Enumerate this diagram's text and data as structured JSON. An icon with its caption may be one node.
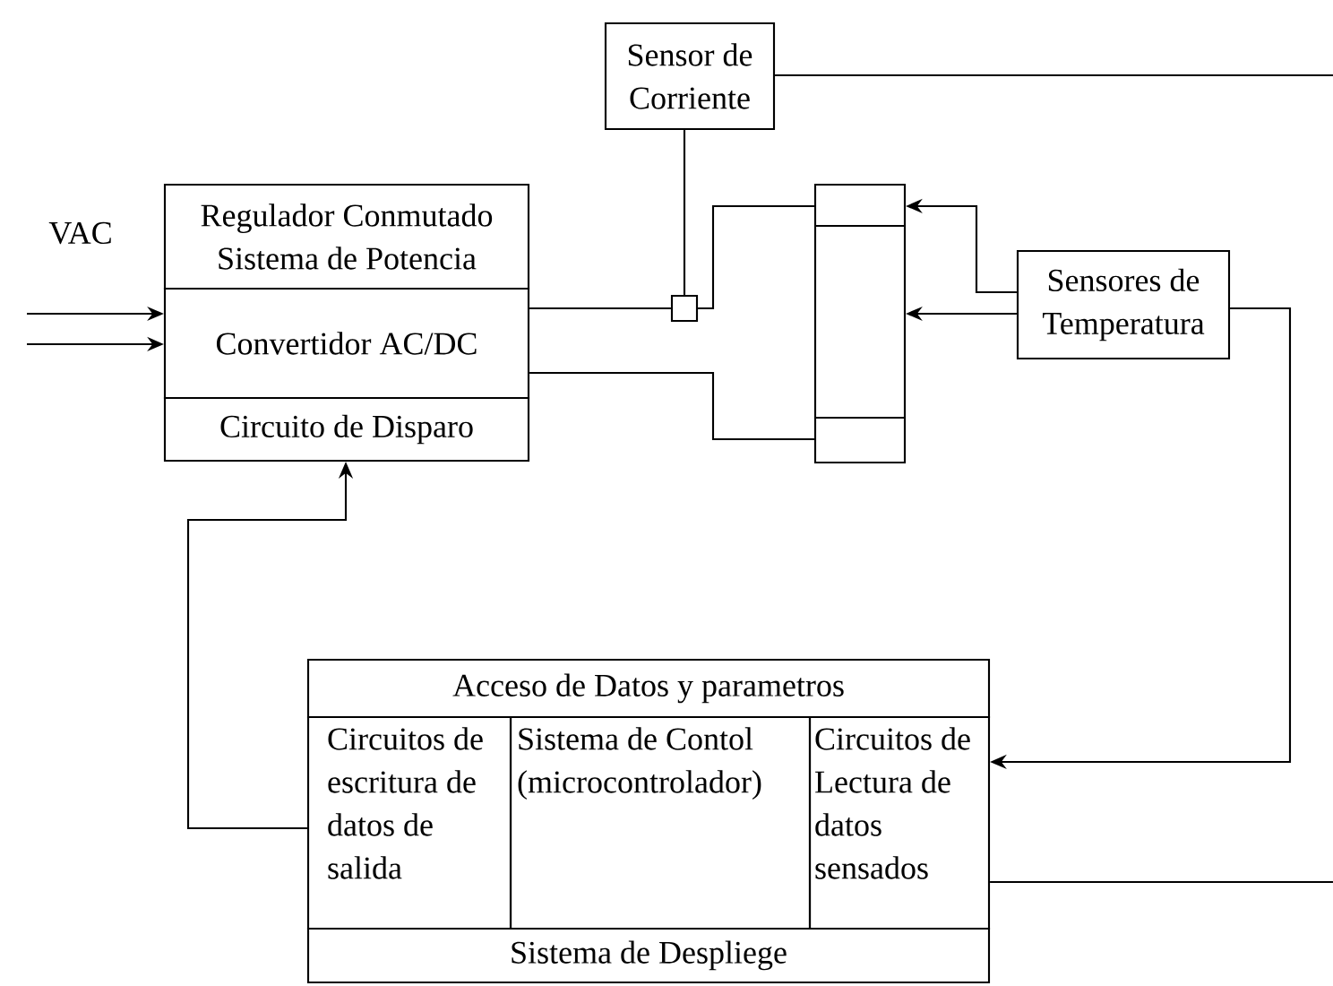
{
  "diagram": {
    "nodes": [
      {
        "text": [
          "Regulador Conmutado Sistema de Potencia"
        ]
      },
      {
        "text": [
          "Convertidor AC/DC"
        ]
      },
      {
        "text": [
          "Circuito de Disparo"
        ]
      },
      {
        "text": [
          "Sensor de Corriente"
        ]
      },
      {
        "text": [],
        "shape": "box"
      },
      {
        "text": [],
        "shape": "box"
      },
      {
        "text": [
          "Sensores de Temperatura"
        ]
      },
      {
        "text": [
          "Acceso de Datos y parametros"
        ]
      },
      {
        "text": [
          "Circuitos de escritura de datos de salida"
        ]
      },
      {
        "text": [
          "Sistema de Contol (microcontrolador)"
        ]
      },
      {
        "text": [
          "Circuitos de Lectura de datos sensados"
        ]
      },
      {
        "text": [
          "Sistema de Despliege"
        ]
      }
    ],
    "edges": [
      {
        "from": null,
        "to": 1,
        "arrow": "to"
      },
      {
        "from": null,
        "to": 1,
        "arrow": "to"
      },
      {
        "from": 1,
        "to": 4,
        "arrow": "none"
      },
      {
        "from": 4,
        "to": 5,
        "arrow": "none"
      },
      {
        "from": 1,
        "to": 5,
        "arrow": "none"
      },
      {
        "from": 3,
        "to": 4,
        "arrow": "none"
      },
      {
        "from": 6,
        "to": 5,
        "arrow": "to"
      },
      {
        "from": 6,
        "to": 5,
        "arrow": "to"
      },
      {
        "from": 3,
        "to": null,
        "arrow": "none"
      },
      {
        "from": 6,
        "to": 10,
        "arrow": "to"
      },
      {
        "from": 8,
        "to": 2,
        "arrow": "to"
      },
      {
        "from": 10,
        "to": null,
        "arrow": "none"
      }
    ],
    "labels": [
      "VAC"
    ]
  }
}
